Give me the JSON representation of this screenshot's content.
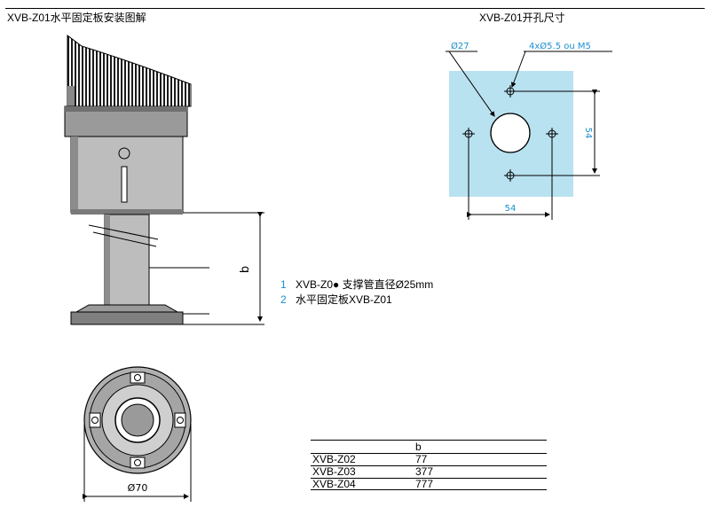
{
  "header": {
    "left_title": "XVB-Z01水平固定板安装图解",
    "right_title": "XVB-Z01开孔尺寸"
  },
  "drawing_side": {
    "dimension_label": "b"
  },
  "drawing_bottom": {
    "diameter_label": "Ø70"
  },
  "cutout": {
    "hole_diameter_label": "Ø27",
    "screw_label": "4xØ5.5 ou M5",
    "horizontal_dimension": "54",
    "vertical_dimension": "54",
    "colors": {
      "fill": "#b9e2f1",
      "dimension_text": "#1a8fcf"
    }
  },
  "legend": [
    {
      "number": "1",
      "text": "XVB-Z0● 支撑管直径Ø25mm"
    },
    {
      "number": "2",
      "text": "水平固定板XVB-Z01"
    }
  ],
  "table": {
    "headers": [
      "",
      "b"
    ],
    "rows": [
      [
        "XVB-Z02",
        "77"
      ],
      [
        "XVB-Z03",
        "377"
      ],
      [
        "XVB-Z04",
        "777"
      ]
    ]
  }
}
